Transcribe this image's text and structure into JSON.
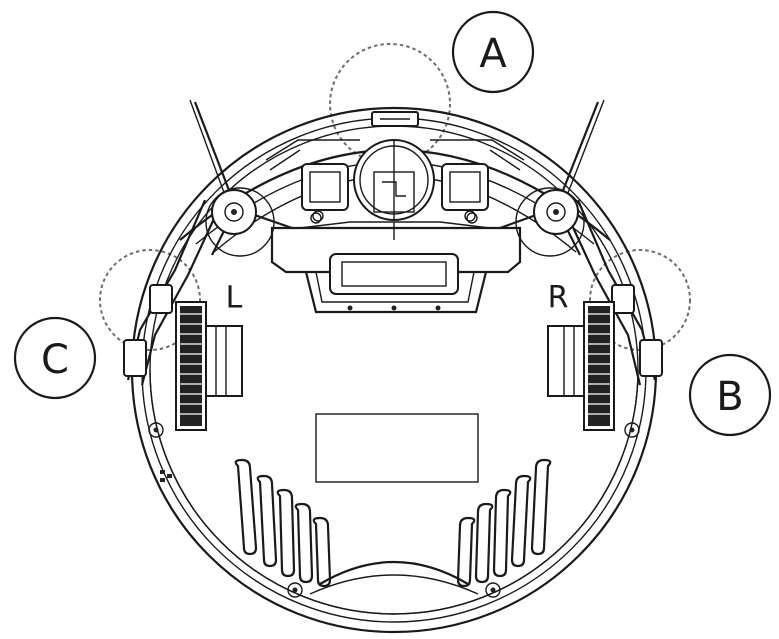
{
  "callouts": {
    "a": "A",
    "b": "B",
    "c": "C"
  },
  "wheels": {
    "left": "L",
    "right": "R"
  },
  "colors": {
    "stroke": "#1a1a1a",
    "dashed": "#6d6d6d",
    "background": "#ffffff"
  }
}
